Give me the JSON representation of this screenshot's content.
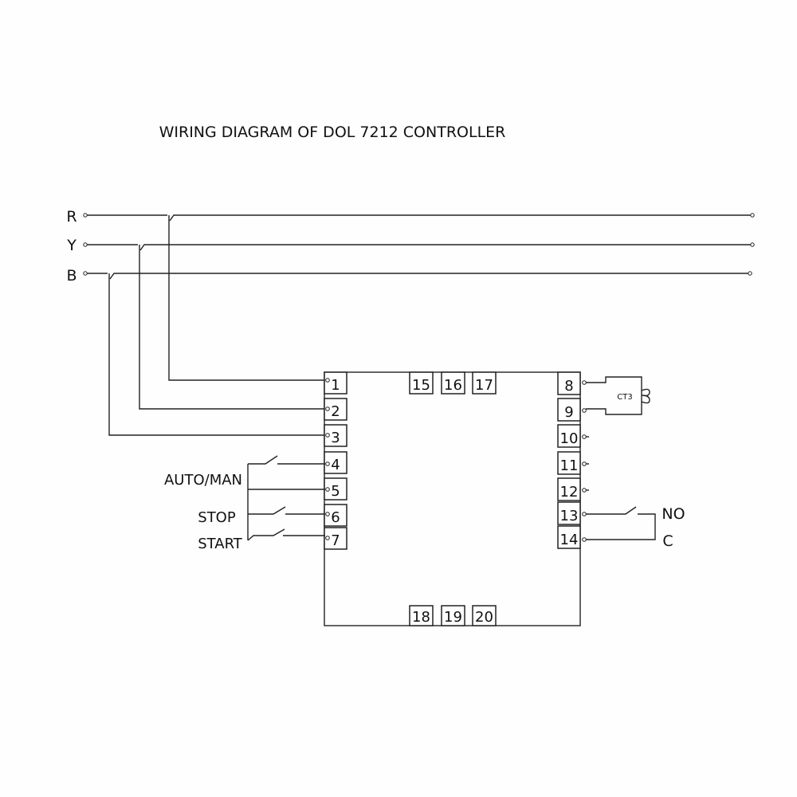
{
  "title": "WIRING DIAGRAM OF DOL 7212  CONTROLLER",
  "phases": [
    "R",
    "Y",
    "B"
  ],
  "left_labels": {
    "auto_man": "AUTO/MAN",
    "stop": "STOP",
    "start": "START"
  },
  "right_labels": {
    "no": "NO",
    "c": "C"
  },
  "ct_label": "CT3",
  "pins": {
    "left": [
      "1",
      "2",
      "3",
      "4",
      "5",
      "6",
      "7"
    ],
    "right": [
      "8",
      "9",
      "10",
      "11",
      "12",
      "13",
      "14"
    ],
    "top": [
      "15",
      "16",
      "17"
    ],
    "bottom": [
      "18",
      "19",
      "20"
    ]
  }
}
